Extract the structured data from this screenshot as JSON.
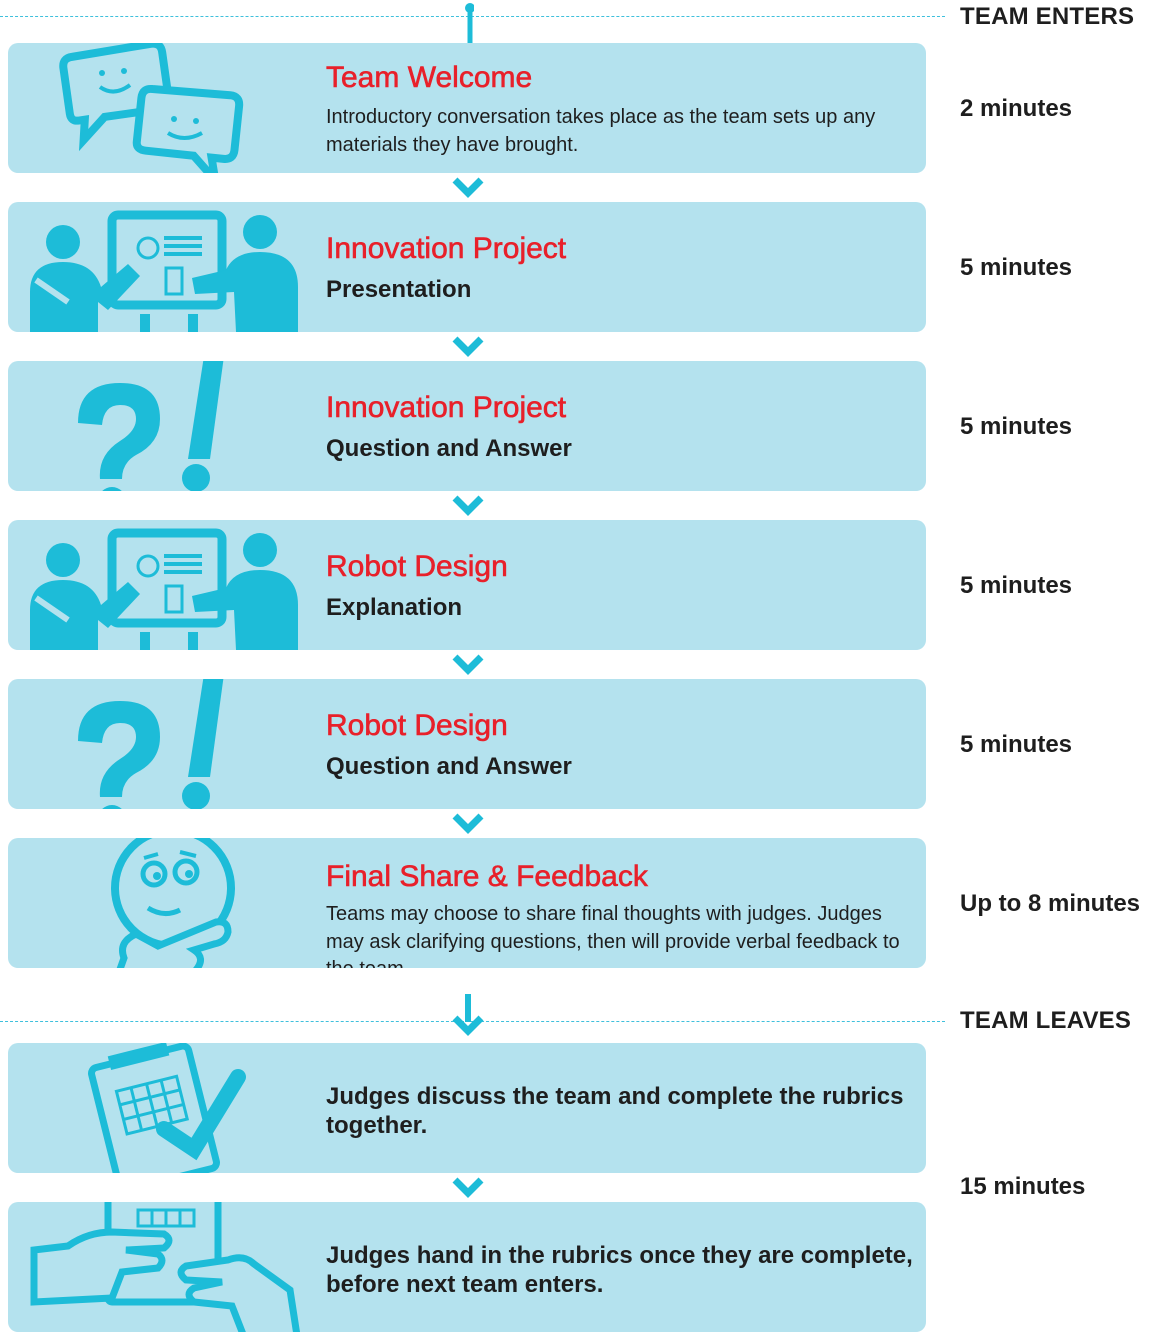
{
  "markers": {
    "enters": "TEAM ENTERS",
    "leaves": "TEAM LEAVES"
  },
  "steps": [
    {
      "icon": "chat-bubbles-icon",
      "title": "Team Welcome",
      "description": "Introductory conversation takes place as the team sets up any materials they have brought.",
      "duration": "2 minutes"
    },
    {
      "icon": "presentation-board-icon",
      "title": "Innovation Project",
      "subtitle": "Presentation",
      "duration": "5 minutes"
    },
    {
      "icon": "question-exclamation-icon",
      "title": "Innovation Project",
      "subtitle": "Question and Answer",
      "duration": "5 minutes"
    },
    {
      "icon": "presentation-board-icon",
      "title": "Robot Design",
      "subtitle": "Explanation",
      "duration": "5 minutes"
    },
    {
      "icon": "question-exclamation-icon",
      "title": "Robot Design",
      "subtitle": "Question and Answer",
      "duration": "5 minutes"
    },
    {
      "icon": "thinking-face-icon",
      "title": "Final Share & Feedback",
      "description": "Teams may choose to share final thoughts with judges. Judges may ask clarifying questions, then will provide verbal feedback to the team.",
      "duration": "Up to 8 minutes"
    },
    {
      "icon": "rubric-checkmark-icon",
      "text": "Judges discuss the team and complete the rubrics together."
    },
    {
      "icon": "hand-in-rubric-icon",
      "text": "Judges hand in the rubrics once they are complete, before next team enters."
    }
  ],
  "post_duration": "15 minutes",
  "colors": {
    "box": "#b4e2ee",
    "icon": "#1dbcd8",
    "title": "#e8202a",
    "text": "#1e1e1e"
  }
}
